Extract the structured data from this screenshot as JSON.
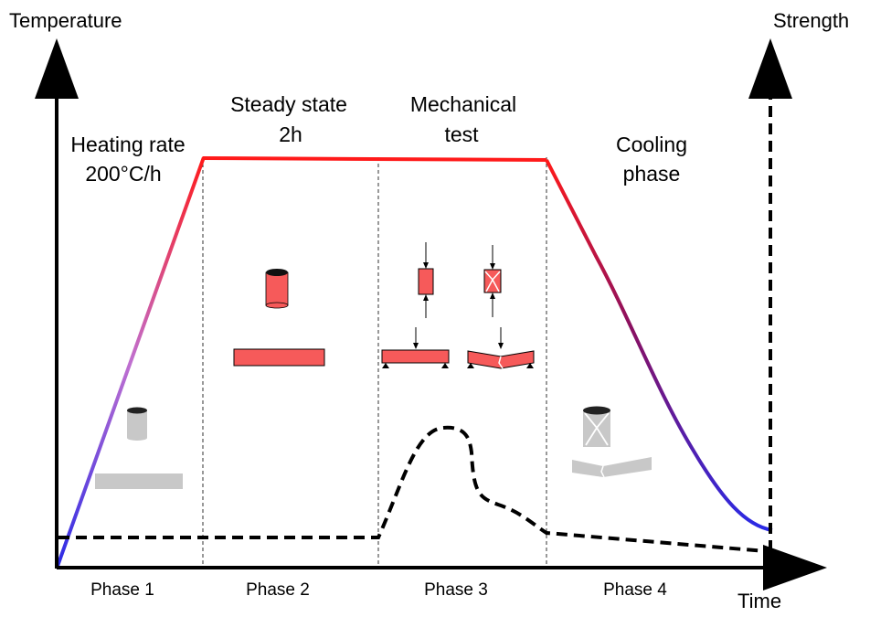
{
  "axes": {
    "y_left_label": "Temperature",
    "y_right_label": "Strength",
    "x_label": "Time"
  },
  "phase_titles": {
    "heating_line1": "Heating rate",
    "heating_line2": "200°C/h",
    "steady_line1": "Steady state",
    "steady_line2": "2h",
    "mech_line1": "Mechanical",
    "mech_line2": "test",
    "cooling_line1": "Cooling",
    "cooling_line2": "phase"
  },
  "phases": [
    {
      "label": "Phase 1"
    },
    {
      "label": "Phase 2"
    },
    {
      "label": "Phase 3"
    },
    {
      "label": "Phase 4"
    }
  ],
  "colors": {
    "hot": "#ff1a1a",
    "warm": "#c070d0",
    "cold": "#2020e0",
    "specimen_hot": "#f65a5a",
    "specimen_cold": "#c8c8c8",
    "axis": "#000000"
  }
}
